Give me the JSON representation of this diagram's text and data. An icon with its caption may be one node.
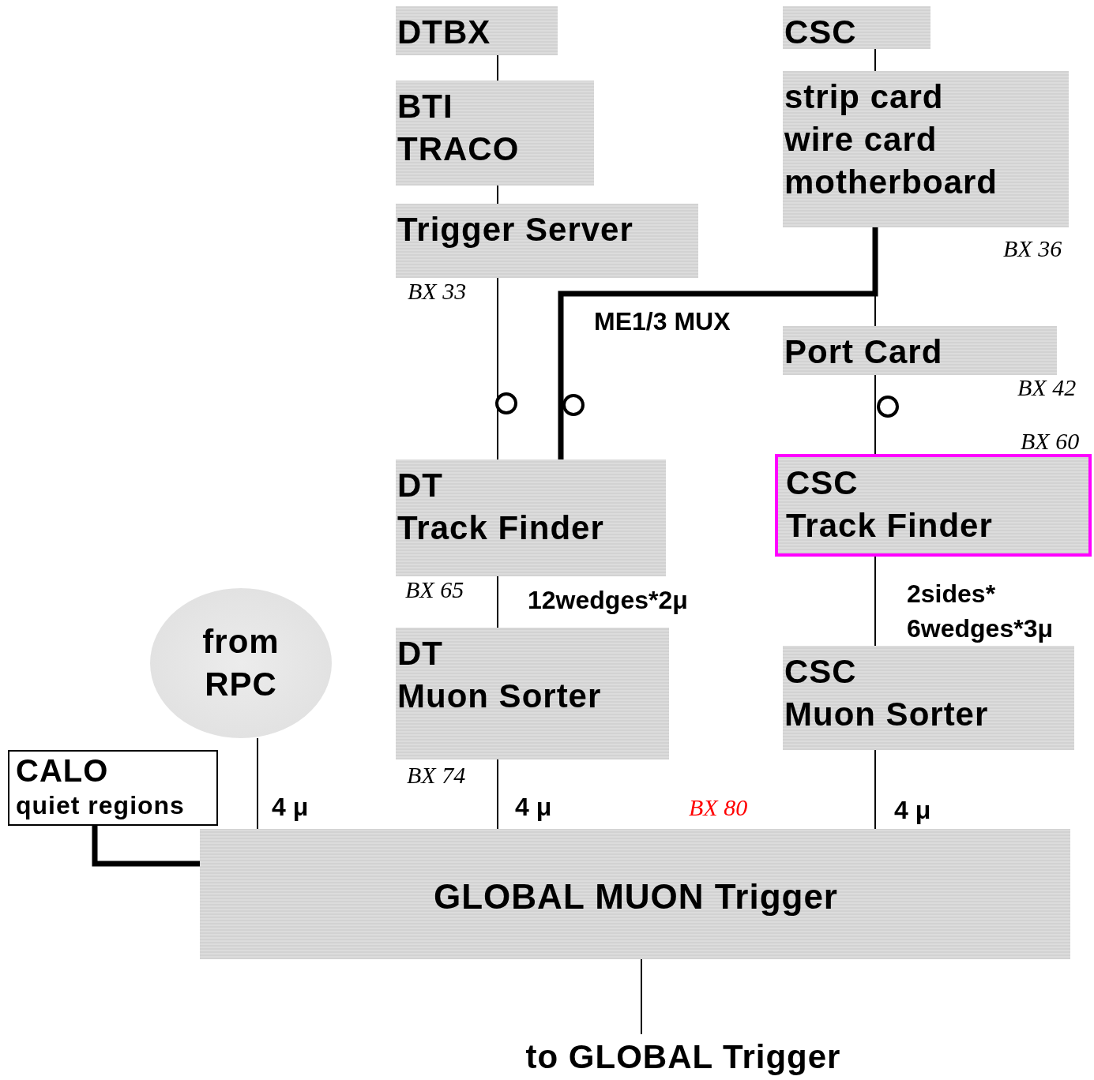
{
  "diagram": {
    "nodes": [
      {
        "text": [
          "DTBX"
        ]
      },
      {
        "text": [
          "BTI",
          "TRACO"
        ]
      },
      {
        "text": [
          "Trigger Server"
        ],
        "beside": [
          "BX 33"
        ]
      },
      {
        "text": [
          "CSC"
        ]
      },
      {
        "text": [
          "strip card",
          "wire card",
          "motherboard"
        ],
        "beside": [
          "BX 36"
        ]
      },
      {
        "text": [
          "Port Card"
        ],
        "beside": [
          "BX 42"
        ]
      },
      {
        "text": [
          "DT",
          "Track Finder"
        ],
        "beside": [
          "BX 65"
        ]
      },
      {
        "text": [
          "CSC",
          "Track Finder"
        ],
        "beside": [
          "BX 60"
        ]
      },
      {
        "text": [
          "from",
          "RPC"
        ]
      },
      {
        "text": [
          "DT",
          "Muon Sorter"
        ],
        "beside": [
          "BX 74"
        ]
      },
      {
        "text": [
          "CSC",
          "Muon Sorter"
        ]
      },
      {
        "text": [
          "CALO",
          "quiet regions"
        ]
      },
      {
        "text": [
          "GLOBAL MUON Trigger"
        ]
      },
      {
        "text": [
          "to GLOBAL Trigger"
        ]
      }
    ],
    "edges": [
      {
        "from": 0,
        "to": 1,
        "arrow": "none"
      },
      {
        "from": 1,
        "to": 2,
        "arrow": "none"
      },
      {
        "from": 2,
        "to": 6,
        "arrow": "none"
      },
      {
        "from": 3,
        "to": 4,
        "arrow": "none"
      },
      {
        "from": 4,
        "to": 5,
        "arrow": "none"
      },
      {
        "from": 4,
        "to": 6,
        "arrow": "none",
        "label": "ME1/3 MUX",
        "style": "thick"
      },
      {
        "from": 5,
        "to": 7,
        "arrow": "none"
      },
      {
        "from": 6,
        "to": 9,
        "arrow": "none",
        "label": "12wedges*2μ"
      },
      {
        "from": 7,
        "to": 10,
        "arrow": "none",
        "label": "2sides* 6wedges*3μ"
      },
      {
        "from": 8,
        "to": 12,
        "arrow": "none",
        "label": "4 μ"
      },
      {
        "from": 9,
        "to": 12,
        "arrow": "none",
        "label": "4 μ"
      },
      {
        "from": 10,
        "to": 12,
        "arrow": "none",
        "label": "4 μ"
      },
      {
        "from": 11,
        "to": 12,
        "arrow": "none",
        "style": "thick"
      },
      {
        "from": 12,
        "to": 13,
        "arrow": "none"
      }
    ],
    "labels": [
      "BX 80"
    ]
  }
}
